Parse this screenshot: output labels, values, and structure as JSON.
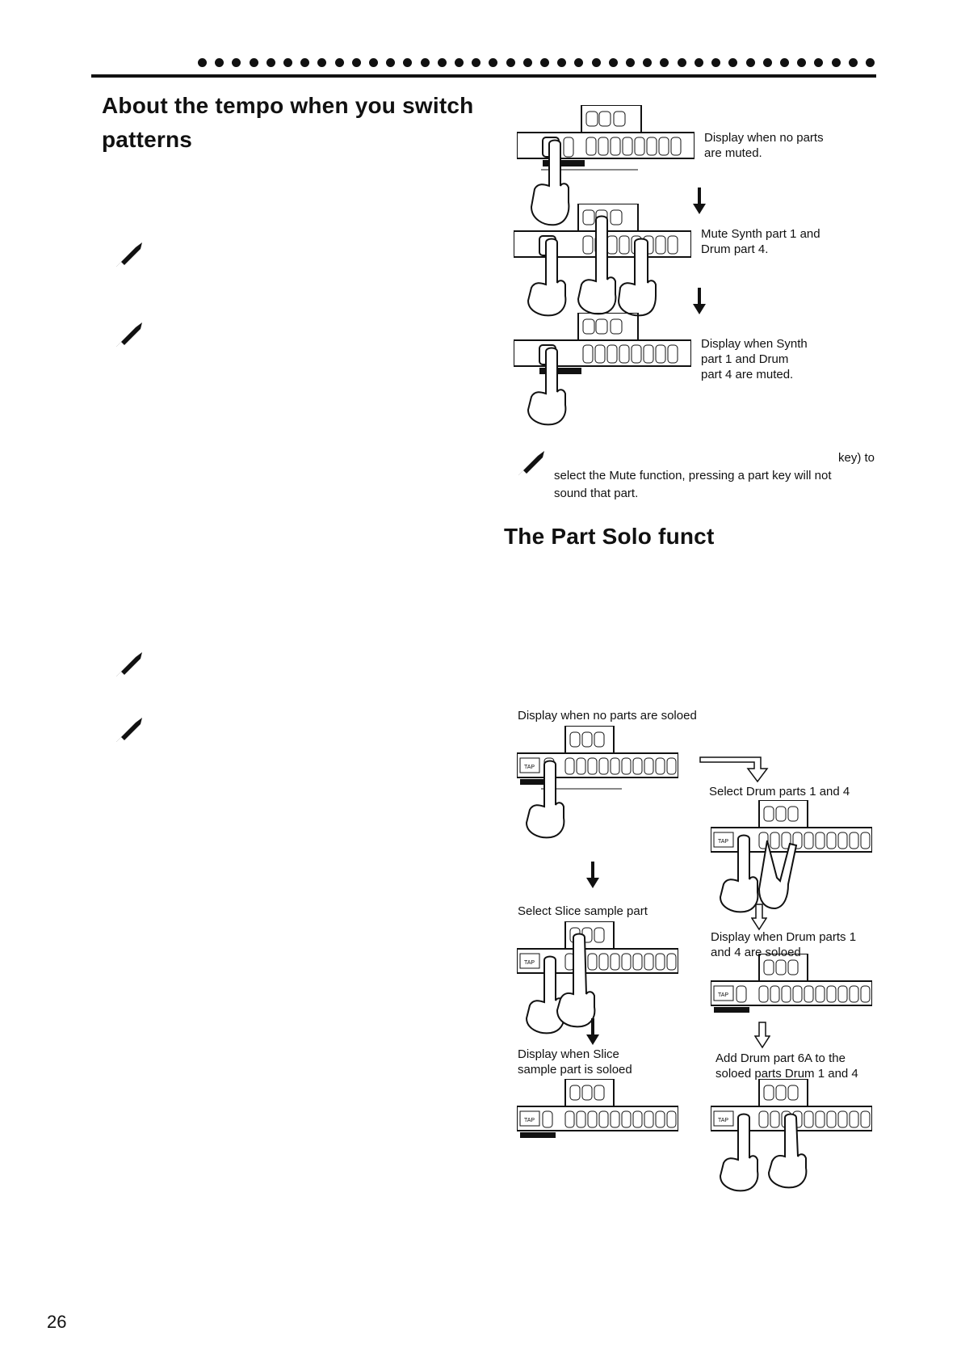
{
  "header": {
    "dot_count": 40
  },
  "left": {
    "heading_line1": "About the tempo when you switch",
    "heading_line2": "patterns"
  },
  "mute_diagram": {
    "caption1": [
      "Display when no parts",
      "are muted."
    ],
    "caption2": [
      "Mute Synth part 1 and",
      "Drum part 4."
    ],
    "caption3": [
      "Display when Synth",
      "part 1 and Drum",
      "part 4 are muted."
    ]
  },
  "note_right": {
    "line1": "key) to",
    "line2": "select the Mute function, pressing a part key will not",
    "line3": "sound that part."
  },
  "solo_section": {
    "heading": "The Part Solo funct"
  },
  "solo_diagram": {
    "caption_a": "Display when no parts are soloed",
    "caption_b": "Select Drum parts 1 and 4",
    "caption_c": "Select Slice sample part",
    "caption_d": [
      "Display when Drum parts 1",
      "and 4 are soloed"
    ],
    "caption_e": [
      "Display when Slice",
      "sample part is soloed"
    ],
    "caption_f": [
      "Add Drum part 6A to the",
      "soloed parts Drum 1 and 4"
    ]
  },
  "page_number": "26"
}
